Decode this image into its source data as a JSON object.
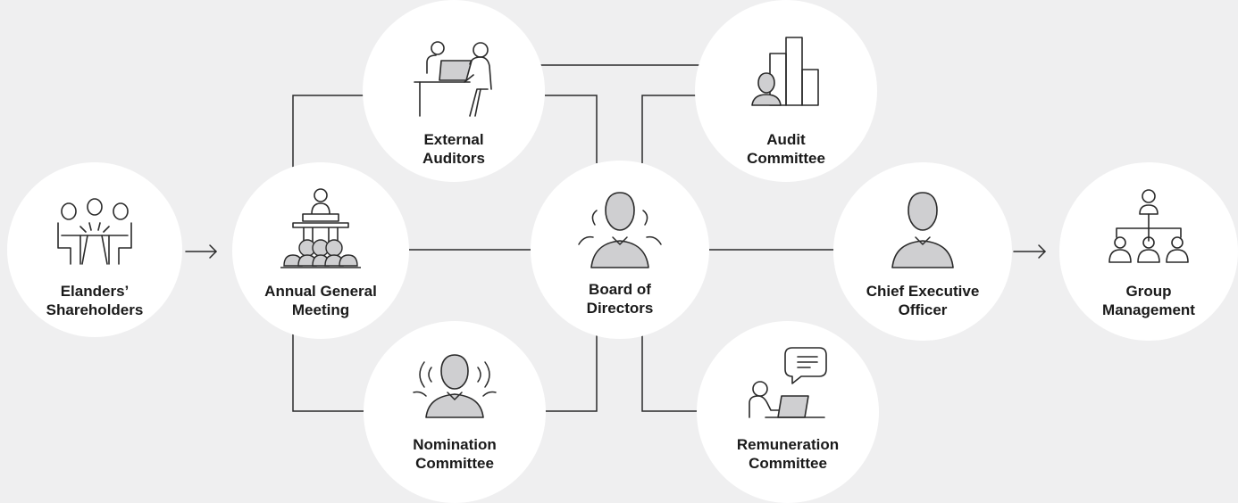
{
  "colors": {
    "background": "#efeff0",
    "node_fill": "#ffffff",
    "line": "#2a2a2a",
    "icon_fill": "#cfcfd1"
  },
  "nodes": {
    "shareholders": {
      "line1": "Elanders’",
      "line2": "Shareholders",
      "icon": "meeting-table-icon"
    },
    "agm": {
      "line1": "Annual General",
      "line2": "Meeting",
      "icon": "podium-audience-icon"
    },
    "external_auditors": {
      "line1": "External",
      "line2": "Auditors",
      "icon": "desk-laptop-meeting-icon"
    },
    "nomination": {
      "line1": "Nomination",
      "line2": "Committee",
      "icon": "discussing-person-icon"
    },
    "board": {
      "line1": "Board of",
      "line2": "Directors",
      "icon": "person-group-icon"
    },
    "audit": {
      "line1": "Audit",
      "line2": "Committee",
      "icon": "person-bar-chart-icon"
    },
    "remuneration": {
      "line1": "Remuneration",
      "line2": "Committee",
      "icon": "person-laptop-speech-icon"
    },
    "ceo": {
      "line1": "Chief Executive",
      "line2": "Officer",
      "icon": "person-icon"
    },
    "group_mgmt": {
      "line1": "Group",
      "line2": "Management",
      "icon": "org-chart-icon"
    }
  }
}
